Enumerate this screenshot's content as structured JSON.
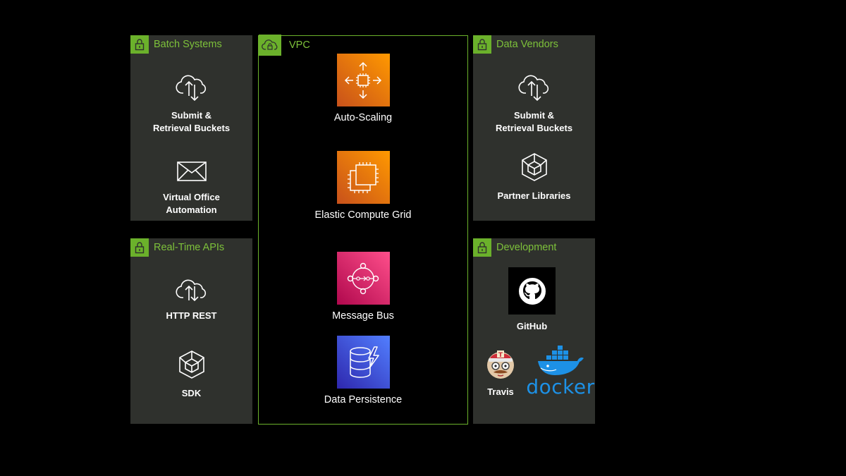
{
  "panels": {
    "batch": {
      "title": "Batch Systems",
      "items": [
        {
          "label_line1": "Submit &",
          "label_line2": "Retrieval Buckets",
          "icon": "cloud-transfer-icon"
        },
        {
          "label_line1": "Virtual Office",
          "label_line2": "Automation",
          "icon": "envelope-icon"
        }
      ]
    },
    "realtime": {
      "title": "Real-Time APIs",
      "items": [
        {
          "label": "HTTP REST",
          "icon": "cloud-transfer-icon"
        },
        {
          "label": "SDK",
          "icon": "package-cube-icon"
        }
      ]
    },
    "vendors": {
      "title": "Data Vendors",
      "items": [
        {
          "label_line1": "Submit &",
          "label_line2": "Retrieval Buckets",
          "icon": "cloud-transfer-icon"
        },
        {
          "label": "Partner Libraries",
          "icon": "package-cube-icon"
        }
      ]
    },
    "dev": {
      "title": "Development",
      "items": [
        {
          "label": "GitHub",
          "icon": "github-icon"
        },
        {
          "label": "Travis",
          "icon": "travis-mascot-icon"
        },
        {
          "label": "docker",
          "icon": "docker-whale-icon"
        }
      ]
    }
  },
  "vpc": {
    "title": "VPC",
    "services": [
      {
        "label": "Auto-Scaling",
        "icon": "auto-scaling-icon",
        "color": "#ed7100"
      },
      {
        "label": "Elastic Compute Grid",
        "icon": "ec2-chip-icon",
        "color": "#ed7100"
      },
      {
        "label": "Message Bus",
        "icon": "message-bus-icon",
        "color": "#e7157b"
      },
      {
        "label": "Data Persistence",
        "icon": "dynamodb-icon",
        "color": "#3b48cc"
      }
    ]
  },
  "colors": {
    "accent_green": "#6bb12b",
    "panel_bg": "#2f312d",
    "background": "#000000"
  }
}
